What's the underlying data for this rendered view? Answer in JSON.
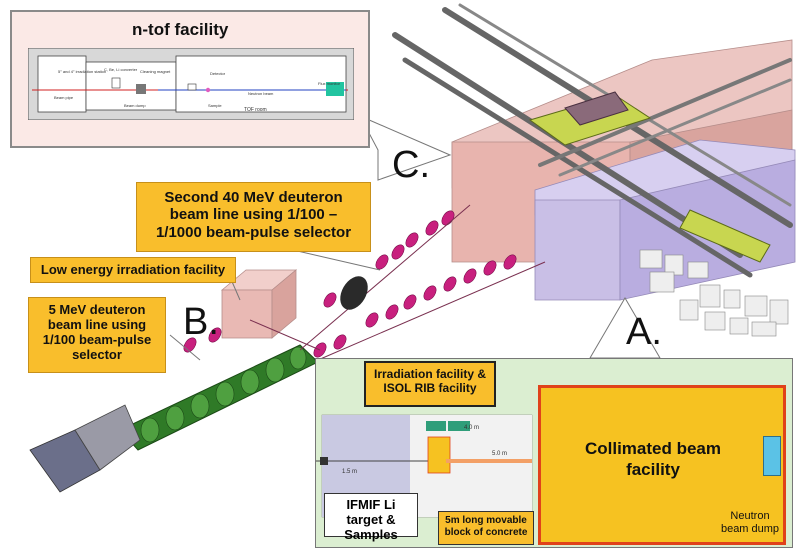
{
  "ntof_panel": {
    "title": "n-tof facility",
    "labels": {
      "irradiation": "5° and 4° irradiation station",
      "converter": "C, Be, Li converter",
      "cleaning": "Cleaning magnet",
      "beam_pipe": "Beam pipe",
      "beam_dump": "Beam dump",
      "detector": "Detector",
      "sample": "Sample",
      "neutron_beam": "Neutron beam",
      "flux_monitor": "Flux monitor",
      "tof_room": "TOF room"
    }
  },
  "callouts": {
    "second_line": "Second 40 MeV deuteron beam line using 1/100 – 1/1000 beam-pulse selector",
    "low_energy": "Low energy irradiation facility",
    "five_mev": "5 MeV deuteron beam line using 1/100 beam-pulse selector"
  },
  "letters": {
    "a": "A.",
    "b": "B.",
    "c": "C."
  },
  "ifmif_panel": {
    "irradiation_label": "Irradiation facility & ISOL RIB facility",
    "collimated_label": "Collimated beam facility",
    "dump_label": "Neutron beam dump",
    "target_label": "IFMIF Li target & Samples",
    "movable_label": "5m long movable block of concrete",
    "dims": {
      "d1": "1.5 m",
      "d2": "4.0 m",
      "d3": "5.0 m"
    }
  },
  "colors": {
    "callout_fill": "#f9be2c",
    "pink_building": "#e8b9b5",
    "lavender_building": "#c9bfe6",
    "beam_magenta": "#c8207e",
    "magnet_green": "#3f8f32",
    "panel_bg": "#dbeed1",
    "collimated_fill": "#f6c221",
    "collimated_border": "#e0421a",
    "dump_blue": "#5bc2e6"
  }
}
